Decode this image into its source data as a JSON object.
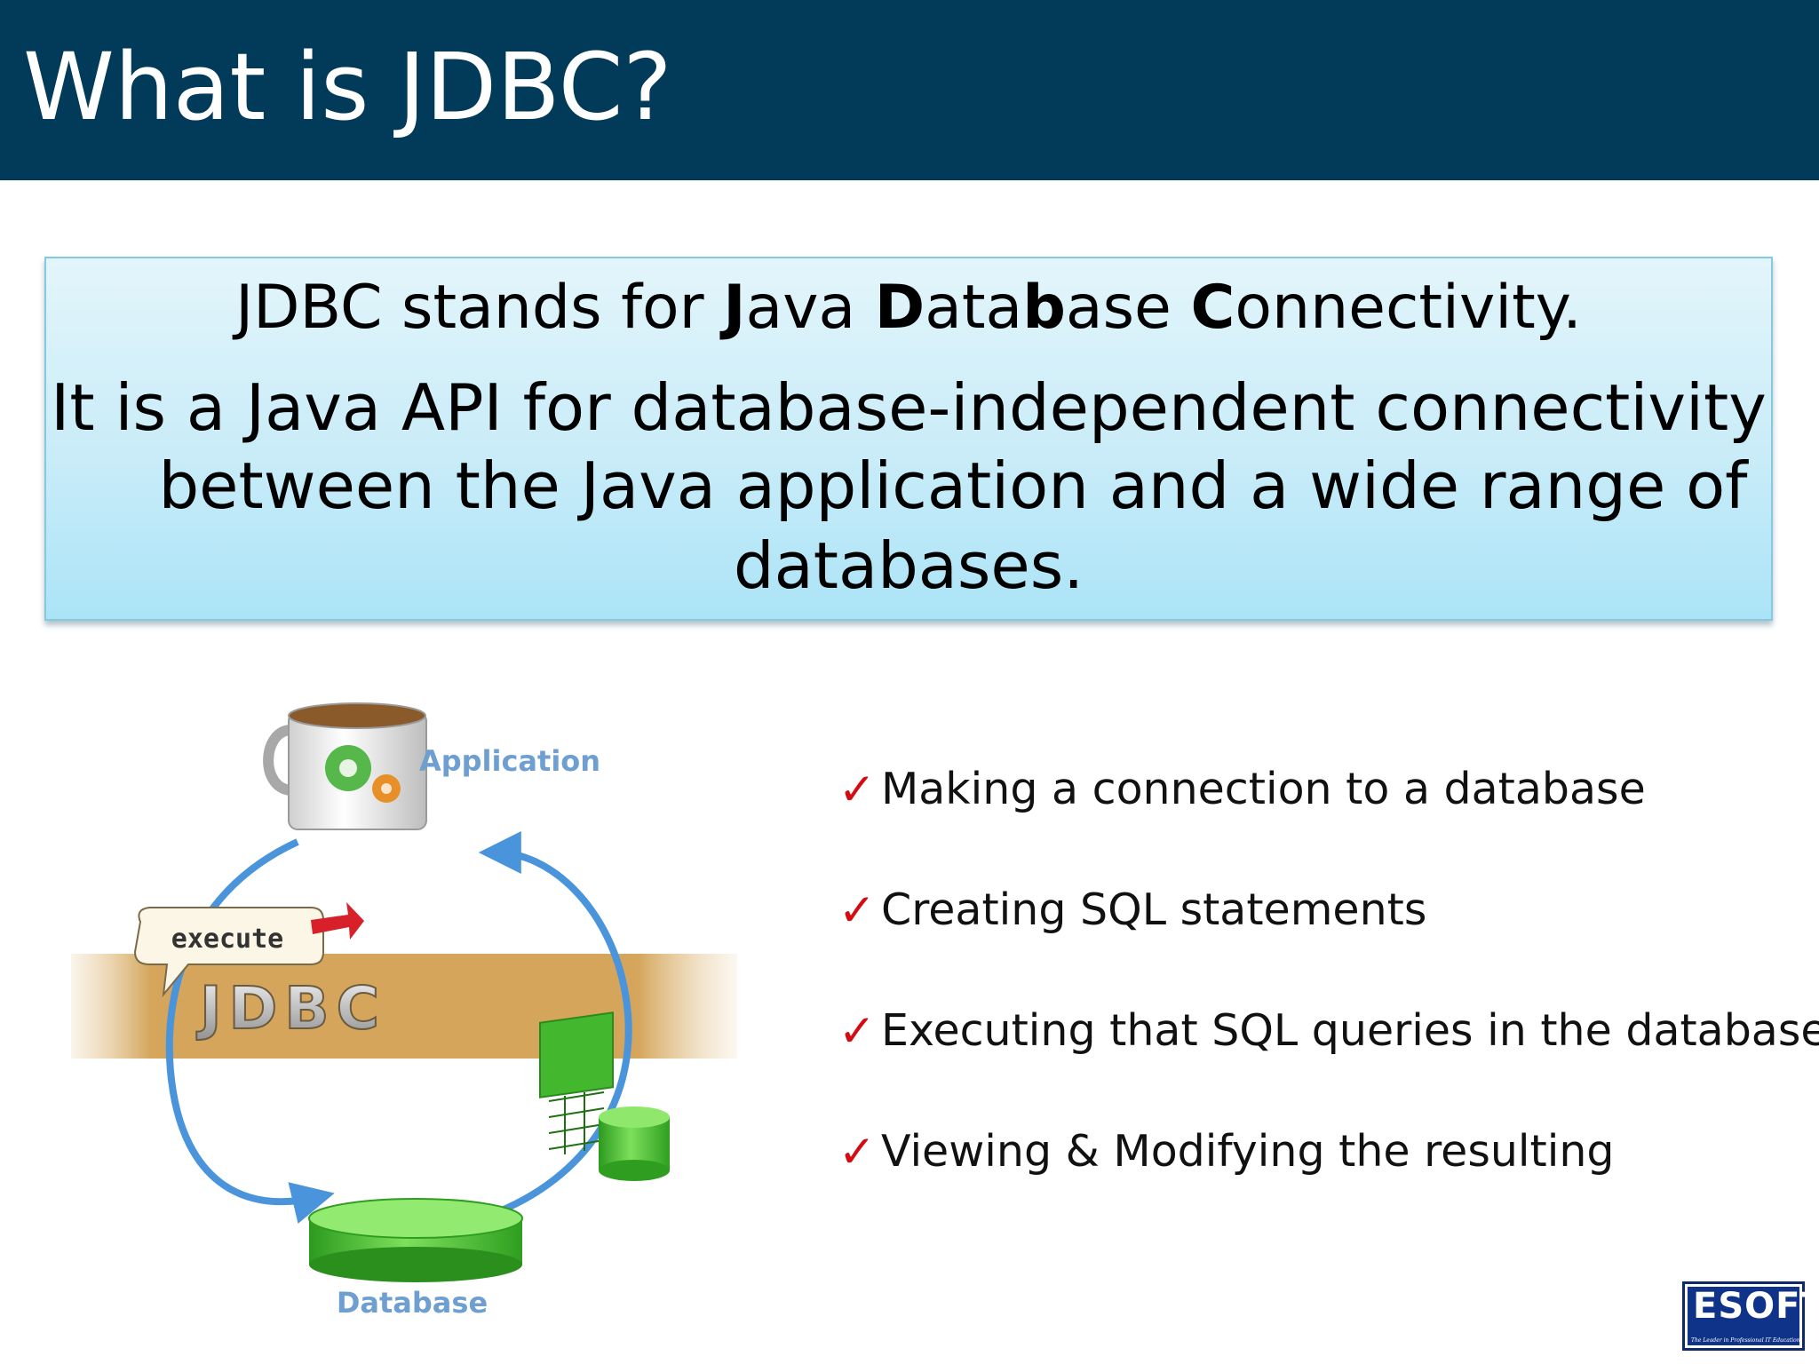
{
  "slide": {
    "title": "What is JDBC?"
  },
  "definition": {
    "line1_pre": "JDBC stands for ",
    "line1_J": "J",
    "line1_ava": "ava ",
    "line1_D": "D",
    "line1_ata": "ata",
    "line1_b": "b",
    "line1_ase": "ase ",
    "line1_C": "C",
    "line1_onnectivity": "onnectivity.",
    "line2": "It is a Java API for database-independent connectivity",
    "line3": "between the Java application and a wide range of",
    "line4": "databases."
  },
  "diagram": {
    "application_label": "Application",
    "execute_label": "execute",
    "band_label": "JDBC",
    "database_label": "Database"
  },
  "checklist": {
    "mark": "✓",
    "items": [
      "Making a connection to a database",
      "Creating SQL statements",
      "Executing that SQL queries in the database",
      "Viewing & Modifying the resulting"
    ]
  },
  "logo": {
    "word": "ESOFT",
    "tagline": "The Leader in Professional IT Education"
  },
  "colors": {
    "title_bar": "#023a59",
    "check_mark": "#d50b12",
    "arrow_blue": "#4a94dc",
    "band_gold": "#c99a4a",
    "database_green": "#3fbf2a"
  }
}
